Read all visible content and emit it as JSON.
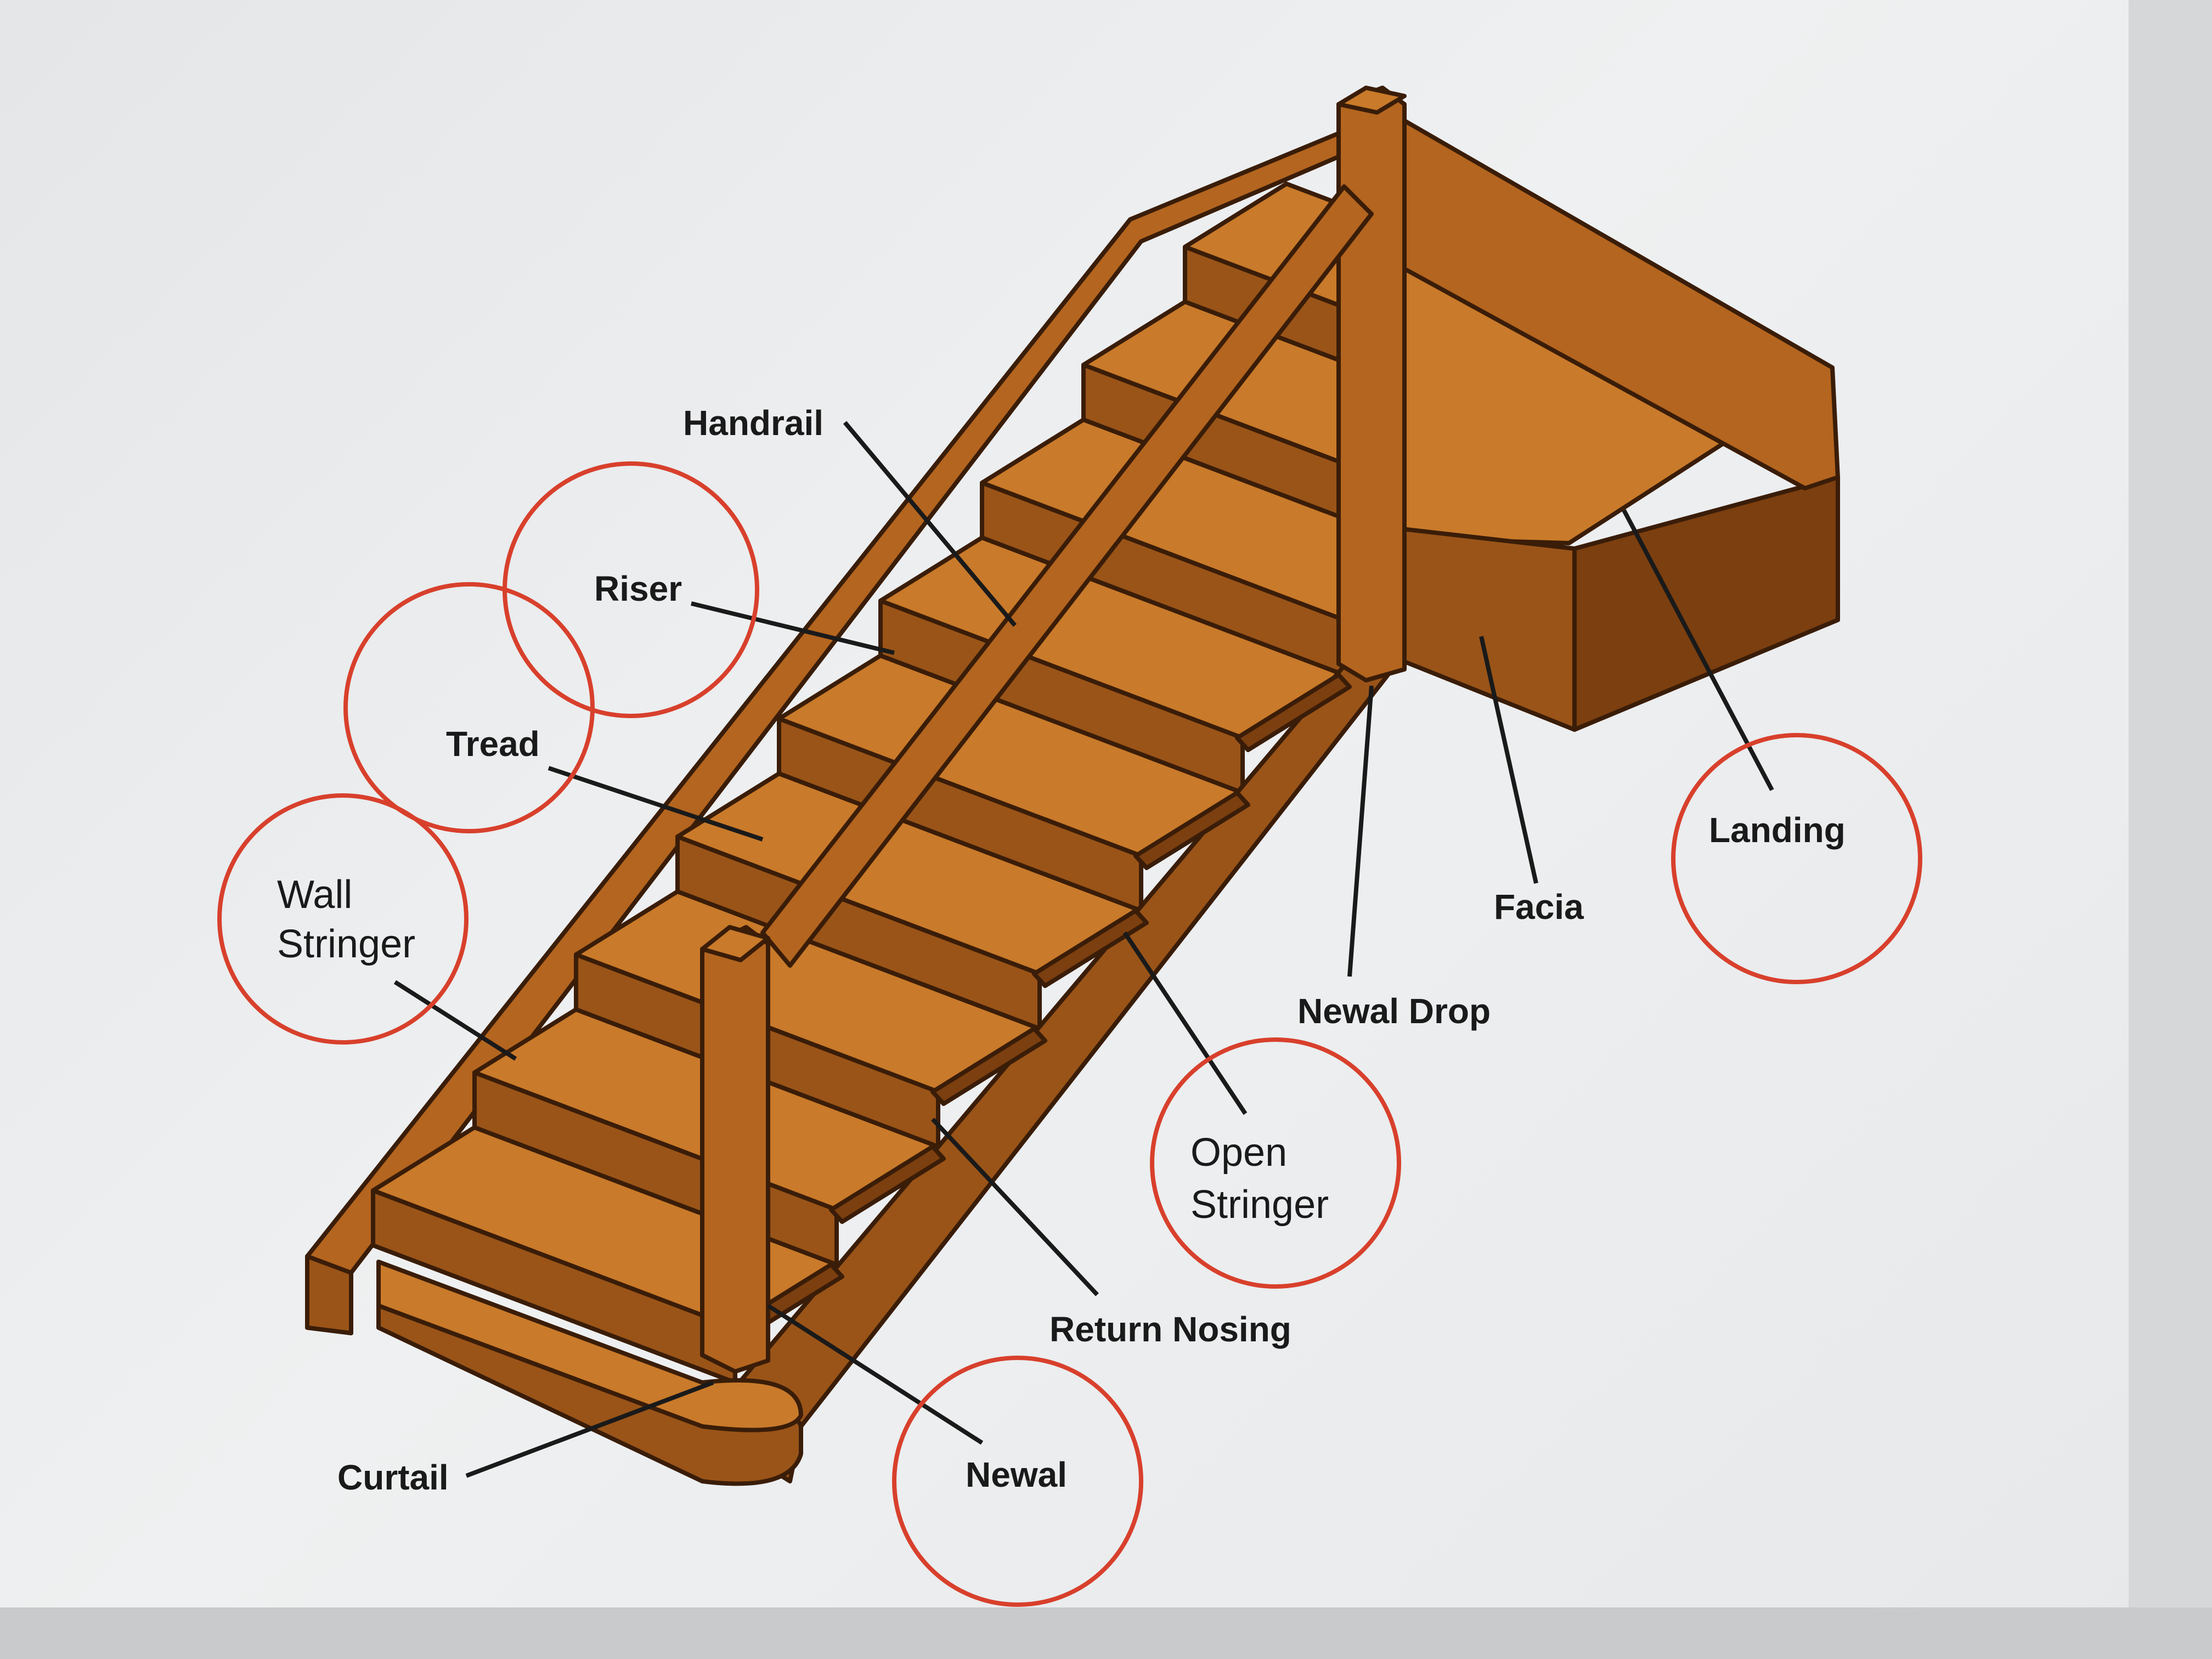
{
  "diagram": {
    "labels": {
      "handrail": "Handrail",
      "riser": "Riser",
      "tread": "Tread",
      "wall_stringer_line1": "Wall",
      "wall_stringer_line2": "Stringer",
      "curtail": "Curtail",
      "newal": "Newal",
      "return_nosing": "Return Nosing",
      "open_stringer_line1": "Open",
      "open_stringer_line2": "Stringer",
      "newal_drop": "Newal Drop",
      "facia": "Facia",
      "landing": "Landing"
    },
    "colors": {
      "wood_top": "#c97a2a",
      "wood_front": "#9a5418",
      "outline": "#3a1d08",
      "circle": "#d8402c",
      "background": "#eef0f1"
    }
  }
}
